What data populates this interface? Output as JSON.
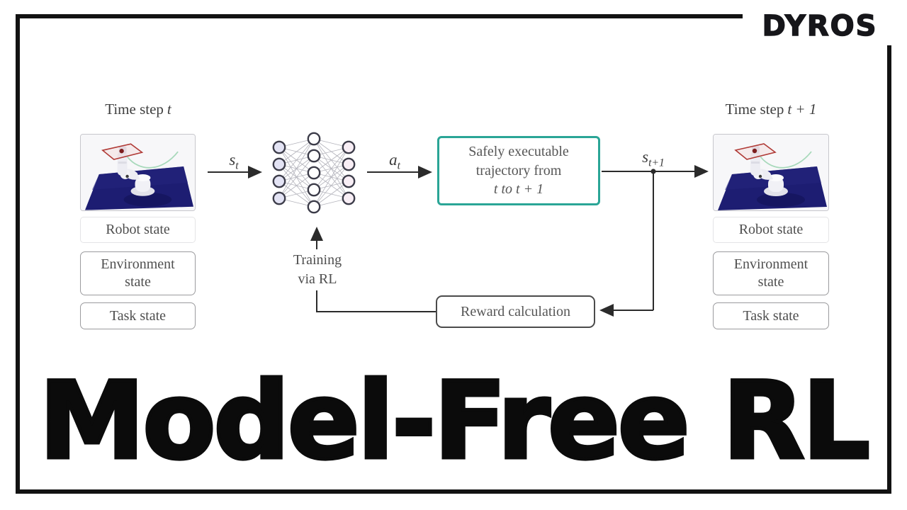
{
  "brand": {
    "logo_text": "DYROS"
  },
  "headline": {
    "title": "Model-Free RL"
  },
  "diagram": {
    "left_panel": {
      "time_label_prefix": "Time step",
      "time_label_var": "t",
      "state_boxes": [
        "Robot state",
        "Environment state",
        "Task state"
      ]
    },
    "right_panel": {
      "time_label_prefix": "Time step",
      "time_label_var": "t + 1",
      "state_boxes": [
        "Robot state",
        "Environment state",
        "Task state"
      ]
    },
    "flow_labels": {
      "state_t": {
        "base": "s",
        "sub": "t"
      },
      "action_t": {
        "base": "a",
        "sub": "t"
      },
      "state_t1": {
        "base": "s",
        "sub": "t+1"
      }
    },
    "network": {
      "layers": [
        4,
        5,
        4
      ],
      "node_fills": [
        "#e3e3f4",
        "#ffffff",
        "#f8eef5"
      ],
      "node_stroke": "#3c3c49",
      "edge_color": "#b4b4bc"
    },
    "trajectory_box": {
      "lines": [
        "Safely executable",
        "trajectory from",
        "t to t + 1"
      ],
      "border_color": "#2aa596"
    },
    "training_label": {
      "lines": [
        "Training",
        "via RL"
      ]
    },
    "reward_box": {
      "label": "Reward calculation"
    }
  },
  "colors": {
    "frame_border": "#121212",
    "arrow": "#2b2b2b",
    "scene_mat": "#1d1d72",
    "scene_marker": "#b03a36",
    "scene_trajectory": "#a8d9bb",
    "box_text": "#4f4f4f"
  }
}
